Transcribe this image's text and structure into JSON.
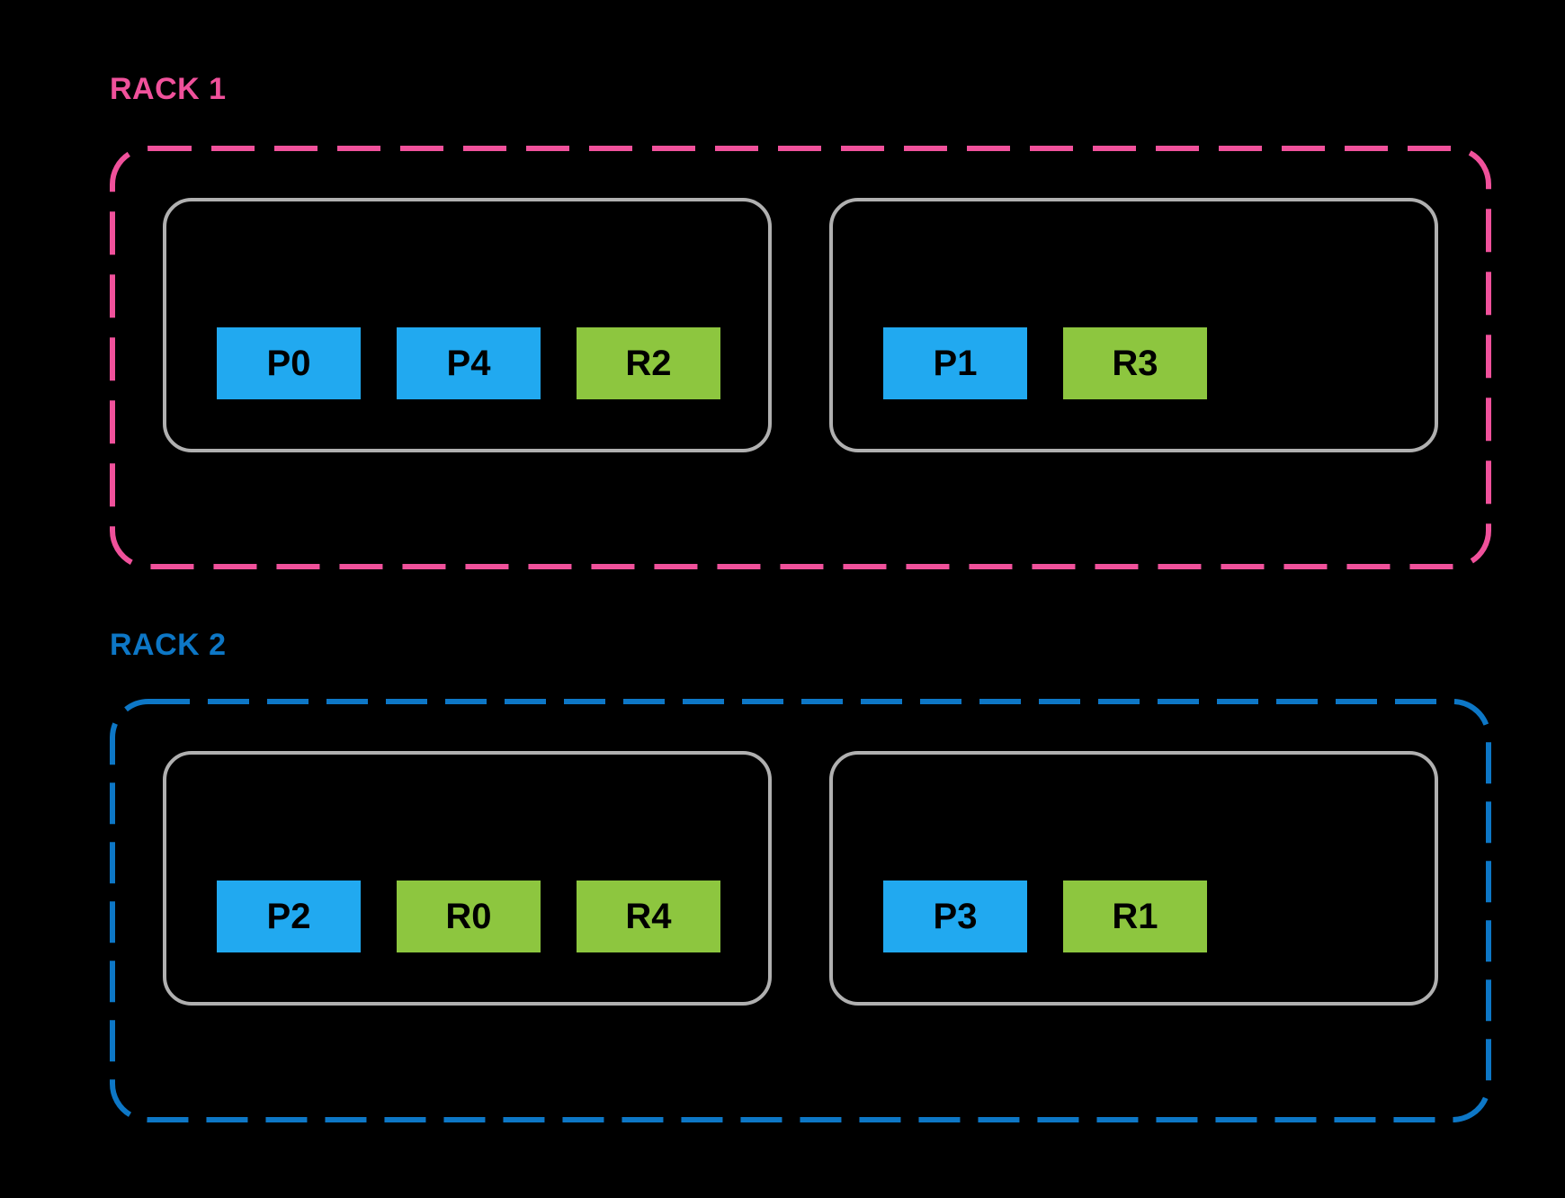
{
  "diagram": {
    "background": "#000000",
    "colors": {
      "partition": "#21A9F0",
      "replica": "#8DC63F",
      "rack1_accent": "#F0519B",
      "rack2_accent": "#0D77C6",
      "host_border": "#B0B0B0",
      "block_label_text": "#000000"
    },
    "racks": [
      {
        "label": "RACK 1",
        "accent": "#F0519B",
        "hosts": [
          {
            "blocks": [
              {
                "label": "P0",
                "type": "partition"
              },
              {
                "label": "P4",
                "type": "partition"
              },
              {
                "label": "R2",
                "type": "replica"
              }
            ]
          },
          {
            "blocks": [
              {
                "label": "P1",
                "type": "partition"
              },
              {
                "label": "R3",
                "type": "replica"
              }
            ]
          }
        ]
      },
      {
        "label": "RACK 2",
        "accent": "#0D77C6",
        "hosts": [
          {
            "blocks": [
              {
                "label": "P2",
                "type": "partition"
              },
              {
                "label": "R0",
                "type": "replica"
              },
              {
                "label": "R4",
                "type": "replica"
              }
            ]
          },
          {
            "blocks": [
              {
                "label": "P3",
                "type": "partition"
              },
              {
                "label": "R1",
                "type": "replica"
              }
            ]
          }
        ]
      }
    ]
  }
}
